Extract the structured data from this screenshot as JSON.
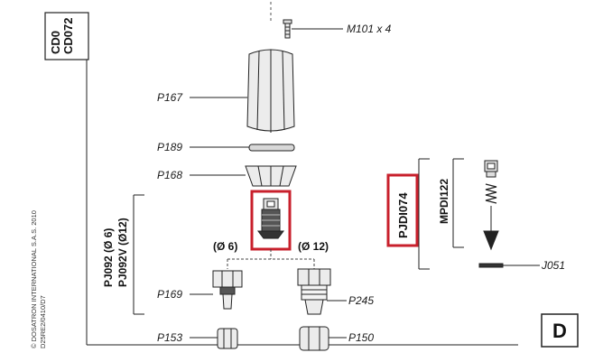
{
  "header_box": {
    "line1": "CD0",
    "line2": "CD072"
  },
  "labels": {
    "m101": "M101 x 4",
    "p167": "P167",
    "p189": "P189",
    "p168": "P168",
    "p169": "P169",
    "p153": "P153",
    "p245": "P245",
    "p150": "P150",
    "j051": "J051"
  },
  "group_left": {
    "line1": "PJ092 (Ø 6)",
    "line2": "PJ092V (Ø12)"
  },
  "diameters": {
    "d6": "(Ø 6)",
    "d12": "(Ø 12)"
  },
  "highlight_code": "PJDI074",
  "group_right": "MPDI122",
  "copyright": {
    "line1": "© DOSATRON INTERNATIONAL S.A.S. 2010",
    "line2": "D25RE2/0410/D7"
  },
  "page_letter": "D",
  "colors": {
    "highlight": "#c8202c",
    "ink": "#222222",
    "part_fill": "#ececec"
  }
}
